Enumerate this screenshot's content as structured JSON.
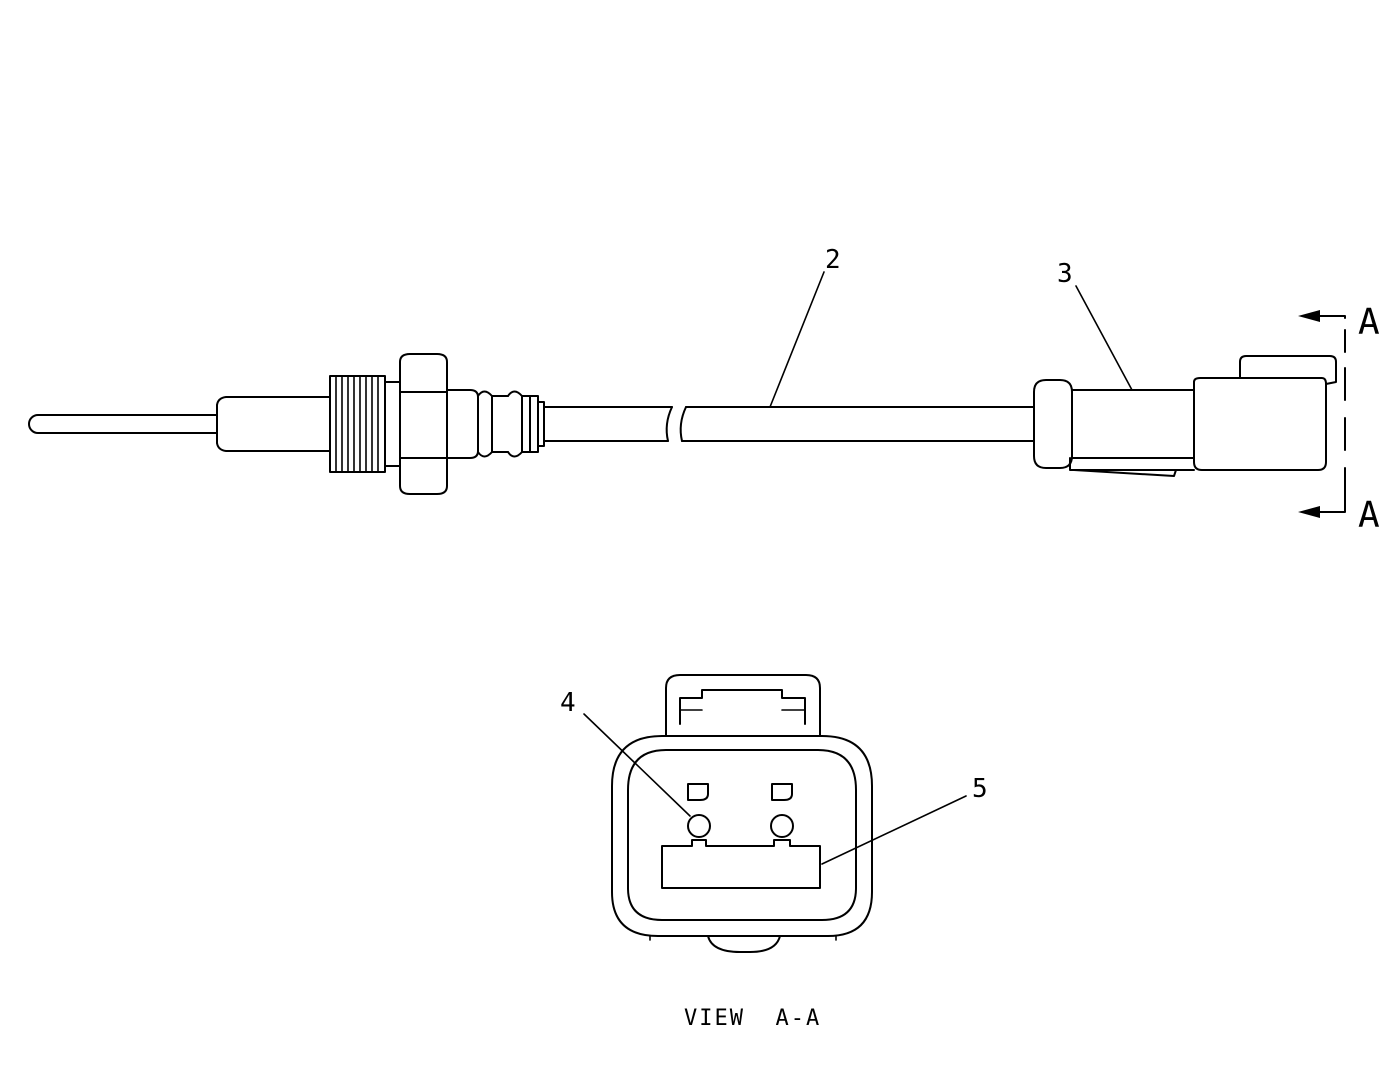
{
  "callouts": {
    "label_2": "2",
    "label_3": "3",
    "label_4": "4",
    "label_5": "5"
  },
  "section": {
    "marker_top": "A",
    "marker_bottom": "A"
  },
  "view": {
    "caption": "VIEW  A-A"
  }
}
